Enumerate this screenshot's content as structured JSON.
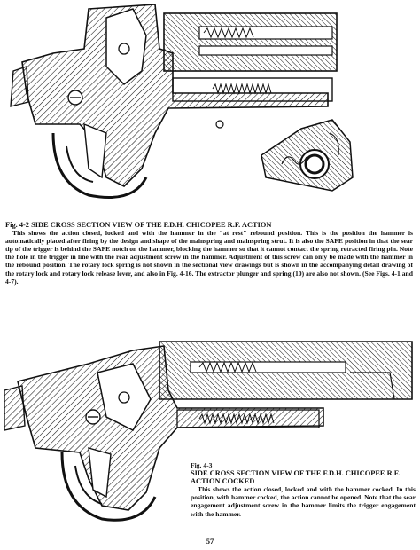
{
  "figure1": {
    "title": "Fig. 4-2 SIDE CROSS SECTION VIEW OF THE F.D.H. CHICOPEE R.F. ACTION",
    "body": "This shows the action closed, locked and with the hammer in the \"at rest\" rebound position. This is the position the hammer is automatically placed after firing by the design and shape of the mainspring and mainspring strut. It is also the SAFE position in that the sear tip of the trigger is behind the SAFE notch on the hammer, blocking the hammer so that it cannot contact the spring retracted firing pin. Note the hole in the trigger in line with the rear adjustment screw in the hammer. Adjustment of this screw can only be made with the hammer in the rebound position. The rotary lock spring is not shown in the sectional view drawings but is shown in the accompanying detail drawing of the rotary lock and rotary lock release lever, and also in Fig. 4-16. The extractor plunger and spring (10) are also not shown. (See Figs. 4-1 and 4-7)."
  },
  "figure2": {
    "fignum": "Fig. 4-3",
    "title": "SIDE CROSS SECTION VIEW OF THE F.D.H. CHICOPEE R.F. ACTION COCKED",
    "body": "This shows the action closed, locked and with the hammer cocked. In this position, with hammer cocked, the action cannot be opened. Note that the sear engagement adjustment screw in the hammer limits the trigger engagement with the hammer."
  },
  "page_number": "57",
  "colors": {
    "ink": "#111111",
    "paper": "#ffffff"
  }
}
